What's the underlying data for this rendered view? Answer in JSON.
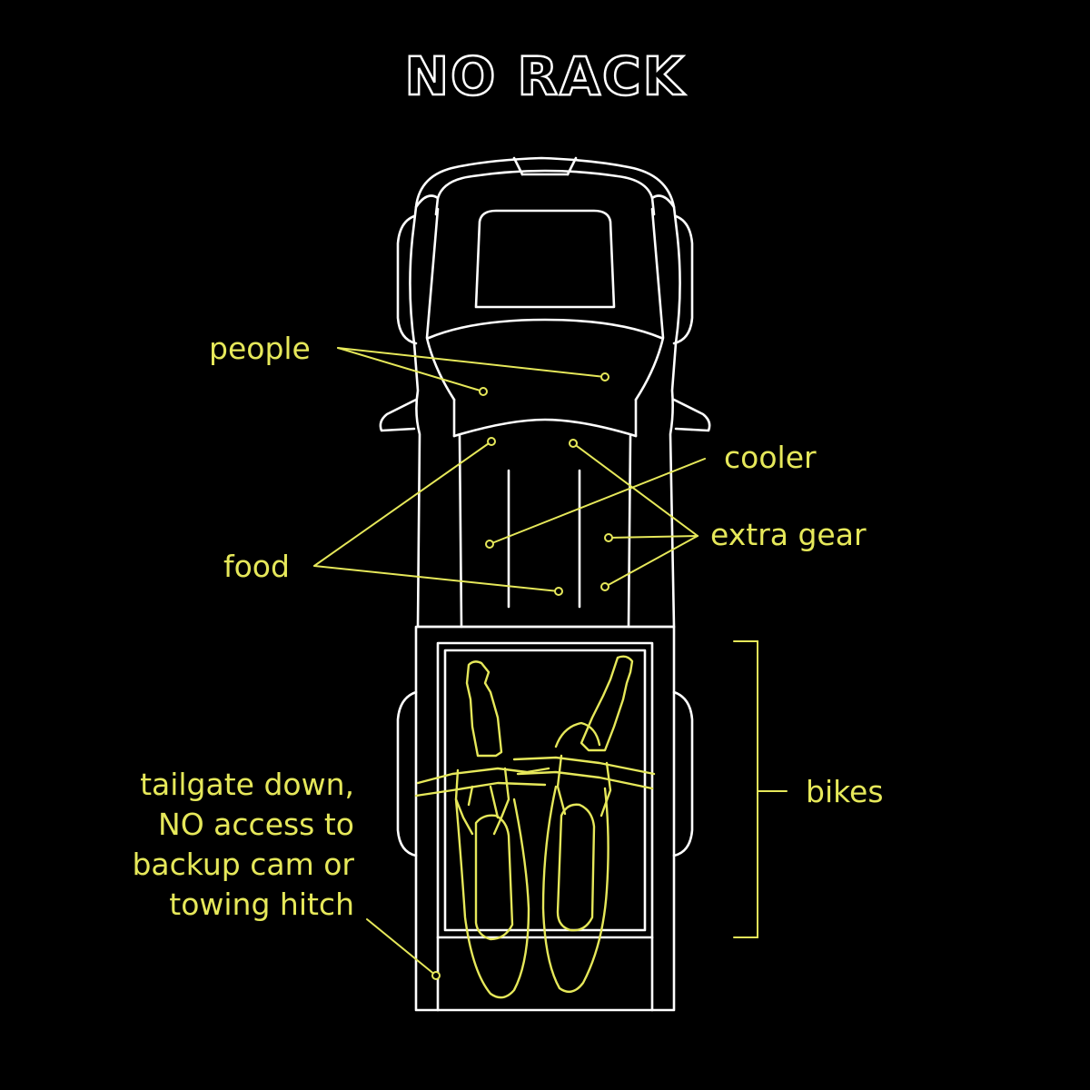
{
  "title": "NO RACK",
  "labels": {
    "people": "people",
    "cooler": "cooler",
    "extra_gear": "extra gear",
    "food": "food",
    "bikes": "bikes",
    "tailgate_lines": [
      "tailgate down,",
      "NO access to",
      "backup cam or",
      "towing hitch"
    ]
  },
  "icons": [
    "truck-outline-icon",
    "dirt-bike-icon"
  ],
  "colors": {
    "background": "#000000",
    "outline": "#ffffff",
    "accent": "#e6e85a"
  }
}
